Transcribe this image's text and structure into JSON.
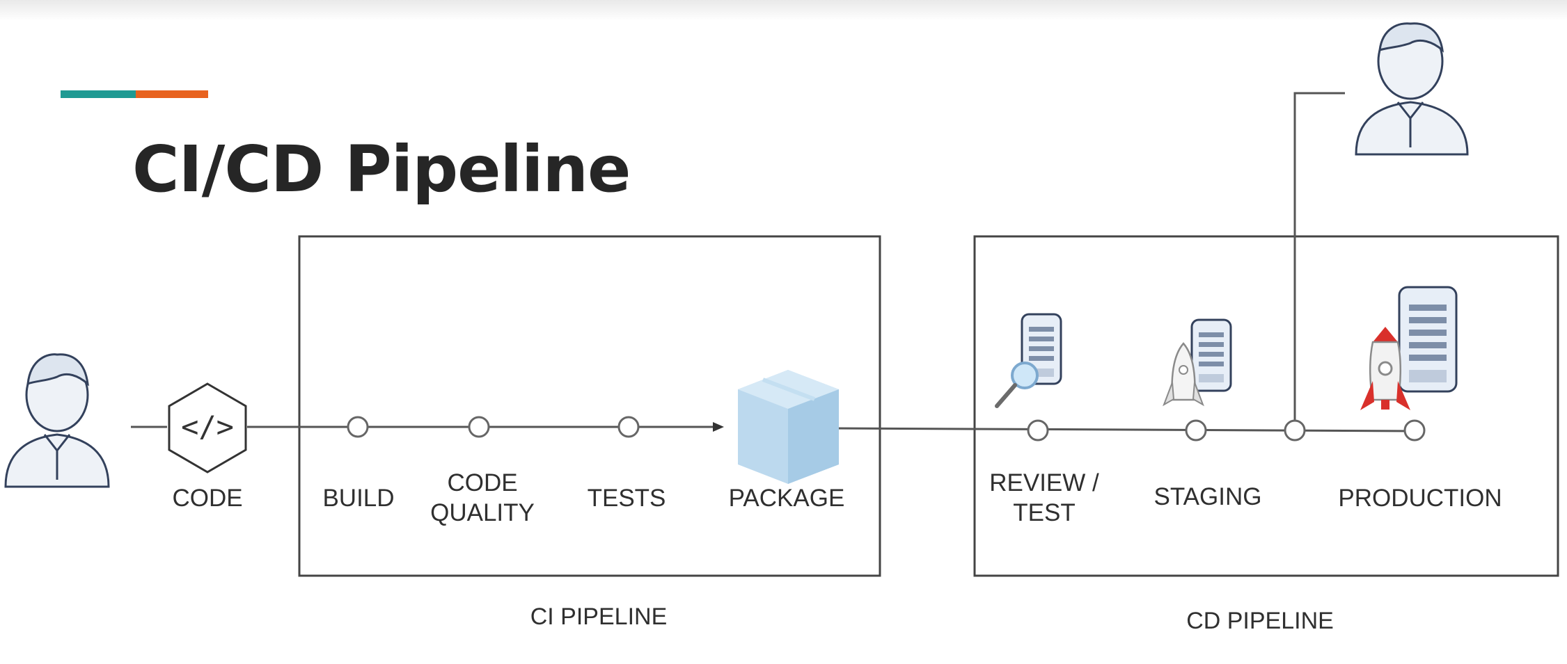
{
  "title": "CI/CD Pipeline",
  "accent_colors": {
    "teal": "#1f9a93",
    "orange": "#e8621e"
  },
  "stages": {
    "code": "CODE",
    "build": "BUILD",
    "code_quality_1": "CODE",
    "code_quality_2": "QUALITY",
    "tests": "TESTS",
    "package": "PACKAGE",
    "review_1": "REVIEW /",
    "review_2": "TEST",
    "staging": "STAGING",
    "production": "PRODUCTION"
  },
  "sections": {
    "ci": "CI PIPELINE",
    "cd": "CD PIPELINE"
  },
  "icons": [
    "developer-icon",
    "code-hexagon-icon",
    "package-box-icon",
    "review-server-icon",
    "staging-server-icon",
    "production-server-icon",
    "approver-icon"
  ]
}
